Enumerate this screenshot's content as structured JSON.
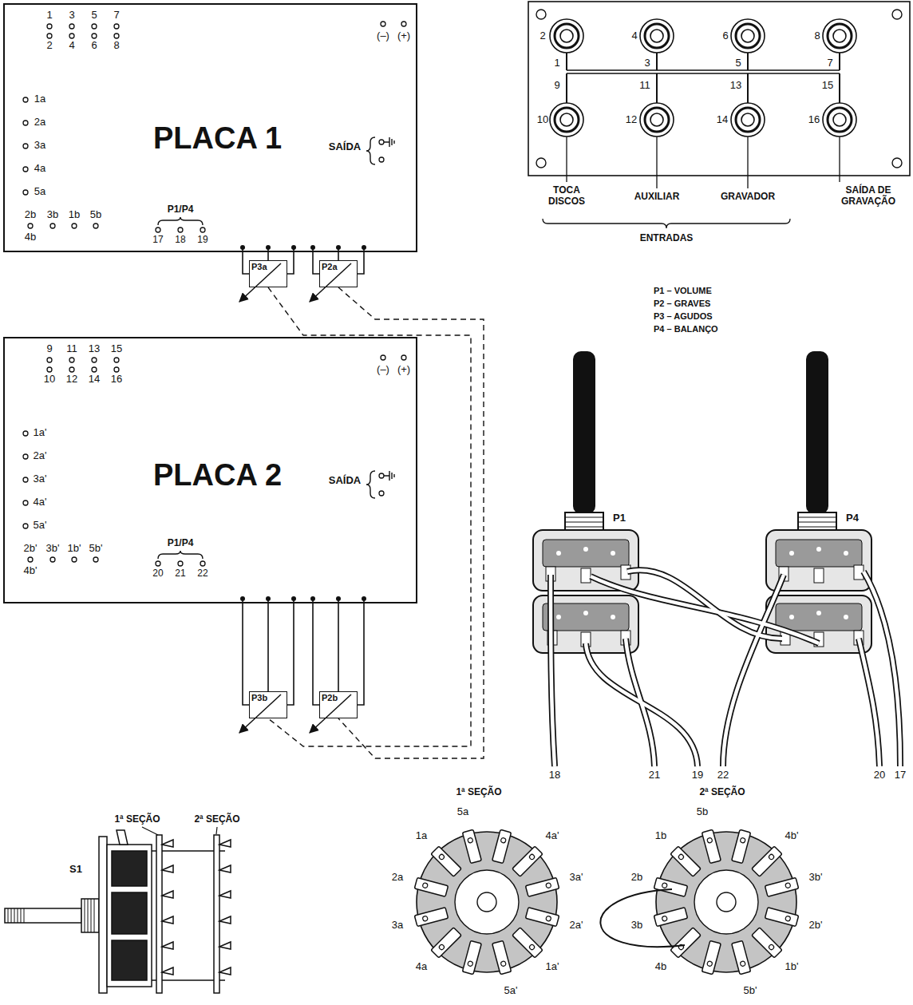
{
  "diagram": {
    "nodes": [
      {
        "text": [
          "PLACA 1"
        ]
      },
      {
        "text": [
          "P3a"
        ]
      },
      {
        "text": [
          "P2a"
        ]
      },
      {
        "text": [
          "PLACA 2"
        ]
      },
      {
        "text": [
          "P3b"
        ]
      },
      {
        "text": [
          "P2b"
        ]
      }
    ],
    "edges": [
      {
        "from": 0,
        "to": 1,
        "arrow": "none"
      },
      {
        "from": 0,
        "to": 2,
        "arrow": "none"
      },
      {
        "from": 3,
        "to": 4,
        "arrow": "none"
      },
      {
        "from": 3,
        "to": 5,
        "arrow": "none"
      },
      {
        "from": 1,
        "to": 4,
        "arrow": "none"
      },
      {
        "from": 2,
        "to": 5,
        "arrow": "none"
      }
    ],
    "labels": [
      "1",
      "3",
      "5",
      "7",
      "2",
      "4",
      "6",
      "8",
      "(–)",
      "(+)",
      "1a",
      "2a",
      "3a",
      "4a",
      "5a",
      "SAÍDA",
      "2b",
      "3b",
      "1b",
      "5b",
      "4b",
      "P1/P4",
      "17",
      "18",
      "19",
      "9",
      "11",
      "13",
      "15",
      "10",
      "12",
      "14",
      "16",
      "(–)",
      "(+)",
      "1a'",
      "2a'",
      "3a'",
      "4a'",
      "5a'",
      "SAÍDA",
      "2b'",
      "3b'",
      "1b'",
      "5b'",
      "4b'",
      "P1/P4",
      "20",
      "21",
      "22",
      "2",
      "4",
      "6",
      "8",
      "1",
      "3",
      "5",
      "7",
      "9",
      "11",
      "13",
      "15",
      "10",
      "12",
      "14",
      "16",
      "TOCA DISCOS",
      "AUXILIAR",
      "GRAVADOR",
      "SAÍDA DE GRAVAÇÃO",
      "ENTRADAS",
      "P1 – VOLUME",
      "P2 – GRAVES",
      "P3 – AGUDOS",
      "P4 – BALANÇO",
      "P1",
      "P4",
      "18",
      "21",
      "19",
      "22",
      "20",
      "17",
      "S1",
      "1ª SEÇÃO",
      "2ª SEÇÃO",
      "1ª SEÇÃO",
      "5a",
      "4a'",
      "3a'",
      "2a'",
      "1a'",
      "5a'",
      "4a",
      "3a",
      "2a",
      "1a",
      "2ª SEÇÃO",
      "5b",
      "4b'",
      "3b'",
      "2b'",
      "1b'",
      "5b'",
      "4b",
      "3b",
      "2b",
      "1b"
    ]
  }
}
